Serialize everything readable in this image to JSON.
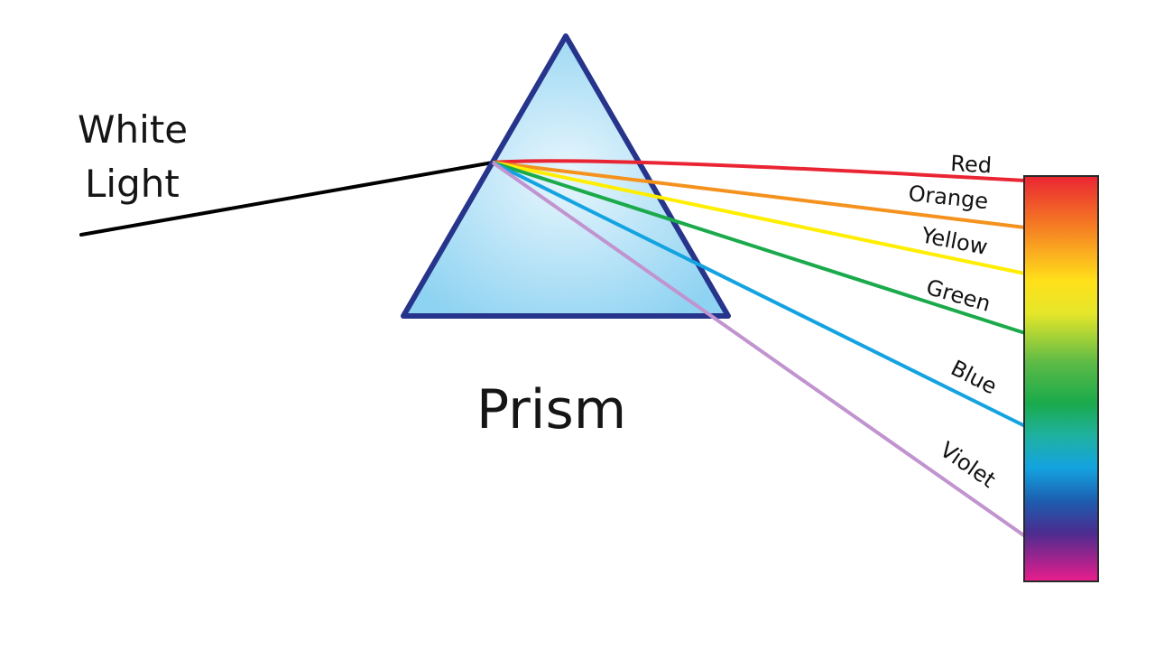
{
  "labels": {
    "white_light_line1": "White",
    "white_light_line2": "Light",
    "prism": "Prism"
  },
  "rays": [
    {
      "key": "red",
      "label": "Red",
      "color": "#ea2533"
    },
    {
      "key": "orange",
      "label": "Orange",
      "color": "#f5921e"
    },
    {
      "key": "yellow",
      "label": "Yellow",
      "color": "#ffee00"
    },
    {
      "key": "green",
      "label": "Green",
      "color": "#1aaa4b"
    },
    {
      "key": "blue",
      "label": "Blue",
      "color": "#14a3e0"
    },
    {
      "key": "violet",
      "label": "Violet",
      "color": "#c193cf"
    }
  ],
  "colors": {
    "prism_outline": "#26348b",
    "prism_fill_light": "#e8f6fd",
    "prism_fill_dark": "#8fd3f2",
    "incident_ray": "#000000",
    "spectrum_border": "#2a2a2a"
  }
}
